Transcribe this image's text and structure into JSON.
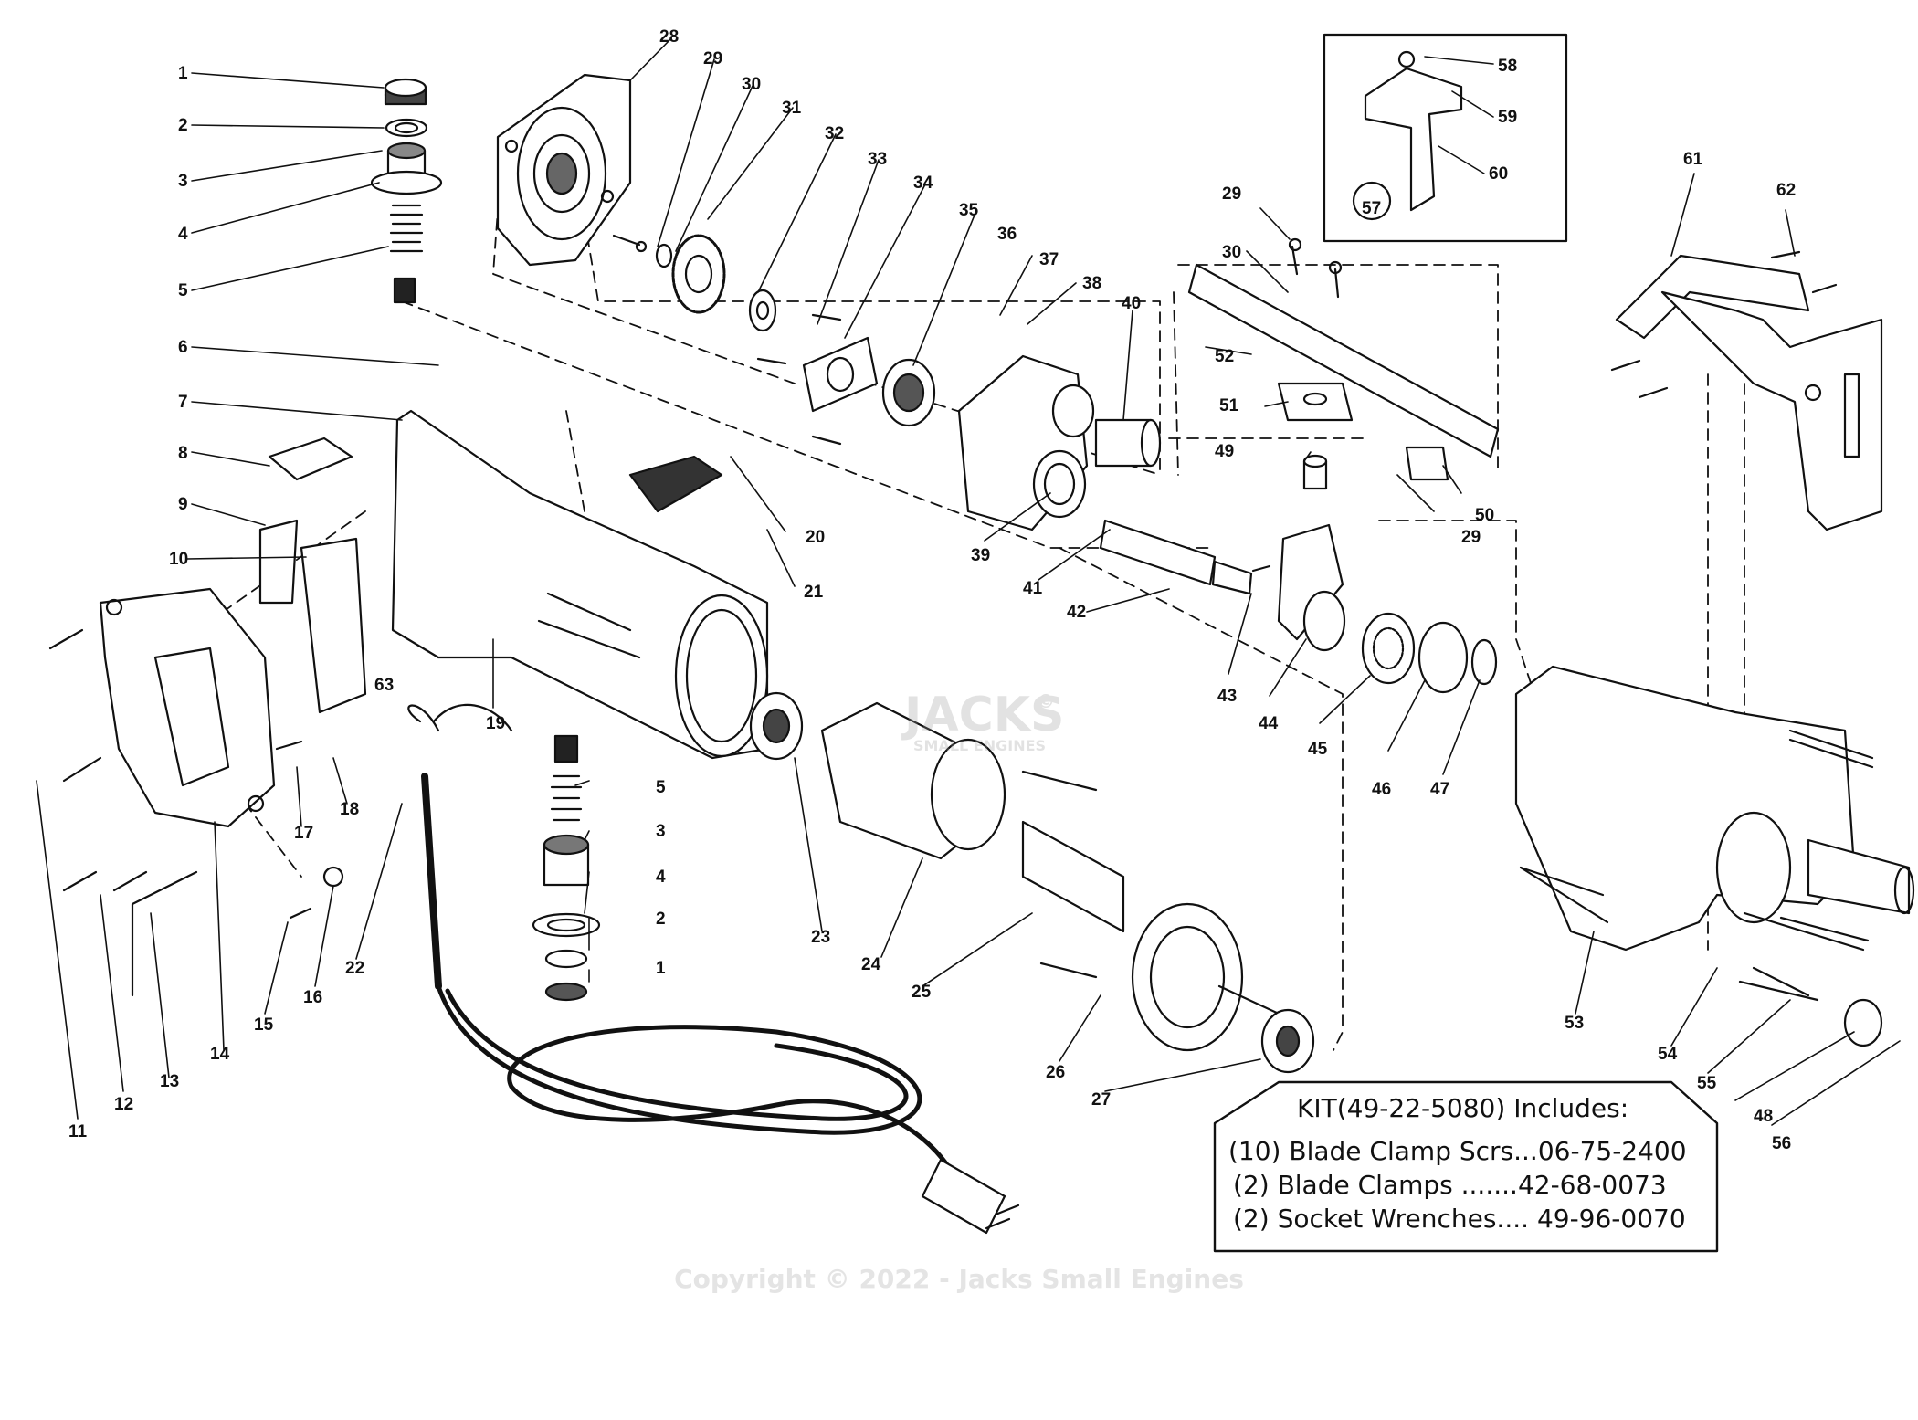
{
  "diagram": {
    "callouts": {
      "c1": "1",
      "c2": "2",
      "c3": "3",
      "c4": "4",
      "c5": "5",
      "c6": "6",
      "c7": "7",
      "c8": "8",
      "c9": "9",
      "c10": "10",
      "c11": "11",
      "c12": "12",
      "c13": "13",
      "c14": "14",
      "c15": "15",
      "c16": "16",
      "c17": "17",
      "c18": "18",
      "c19": "19",
      "c20": "20",
      "c21": "21",
      "c22": "22",
      "c23": "23",
      "c24": "24",
      "c25": "25",
      "c26": "26",
      "c27": "27",
      "c28": "28",
      "c29": "29",
      "c30": "30",
      "c31": "31",
      "c32": "32",
      "c33": "33",
      "c34": "34",
      "c35": "35",
      "c36": "36",
      "c37": "37",
      "c38": "38",
      "c39": "39",
      "c40": "40",
      "c41": "41",
      "c42": "42",
      "c43": "43",
      "c44": "44",
      "c45": "45",
      "c46": "46",
      "c47": "47",
      "c48": "48",
      "c49": "49",
      "c50": "50",
      "c51": "51",
      "c52": "52",
      "c53": "53",
      "c54": "54",
      "c55": "55",
      "c56": "56",
      "c57": "57",
      "c58": "58",
      "c59": "59",
      "c60": "60",
      "c61": "61",
      "c62": "62",
      "c63": "63"
    },
    "kit": {
      "title": "KIT(49-22-5080) Includes:",
      "lines": [
        "(10) Blade Clamp Scrs...06-75-2400",
        "(2) Blade Clamps .......42-68-0073",
        "(2) Socket Wrenches.... 49-96-0070"
      ]
    },
    "watermark": {
      "logo": "JACKS",
      "logo_sub": "SMALL ENGINES",
      "registered": "©",
      "copyright": "Copyright © 2022 - Jacks Small Engines"
    }
  }
}
